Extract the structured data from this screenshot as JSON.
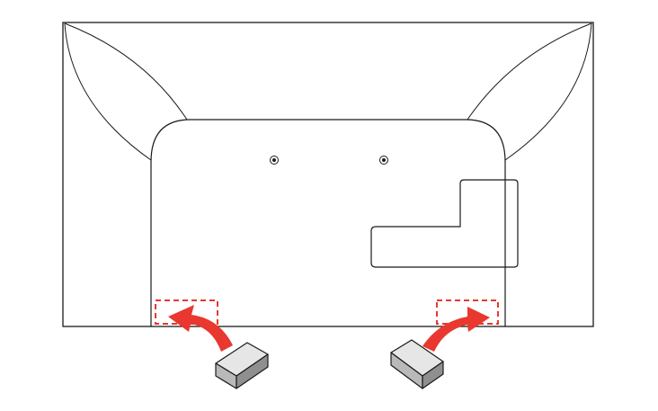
{
  "colors": {
    "background": "#ffffff",
    "outline": "#1a1a1a",
    "marker": "#e8382f",
    "block_top": "#e6e6e6",
    "block_front": "#b9b9b9",
    "block_side": "#8f8f8f"
  },
  "icons": {
    "screw": "screw-hole-icon",
    "arrow": "curved-arrow-icon",
    "block": "support-block-icon"
  },
  "parts": {
    "screw_holes": 2,
    "placement_marks": 2,
    "support_blocks": 2
  }
}
